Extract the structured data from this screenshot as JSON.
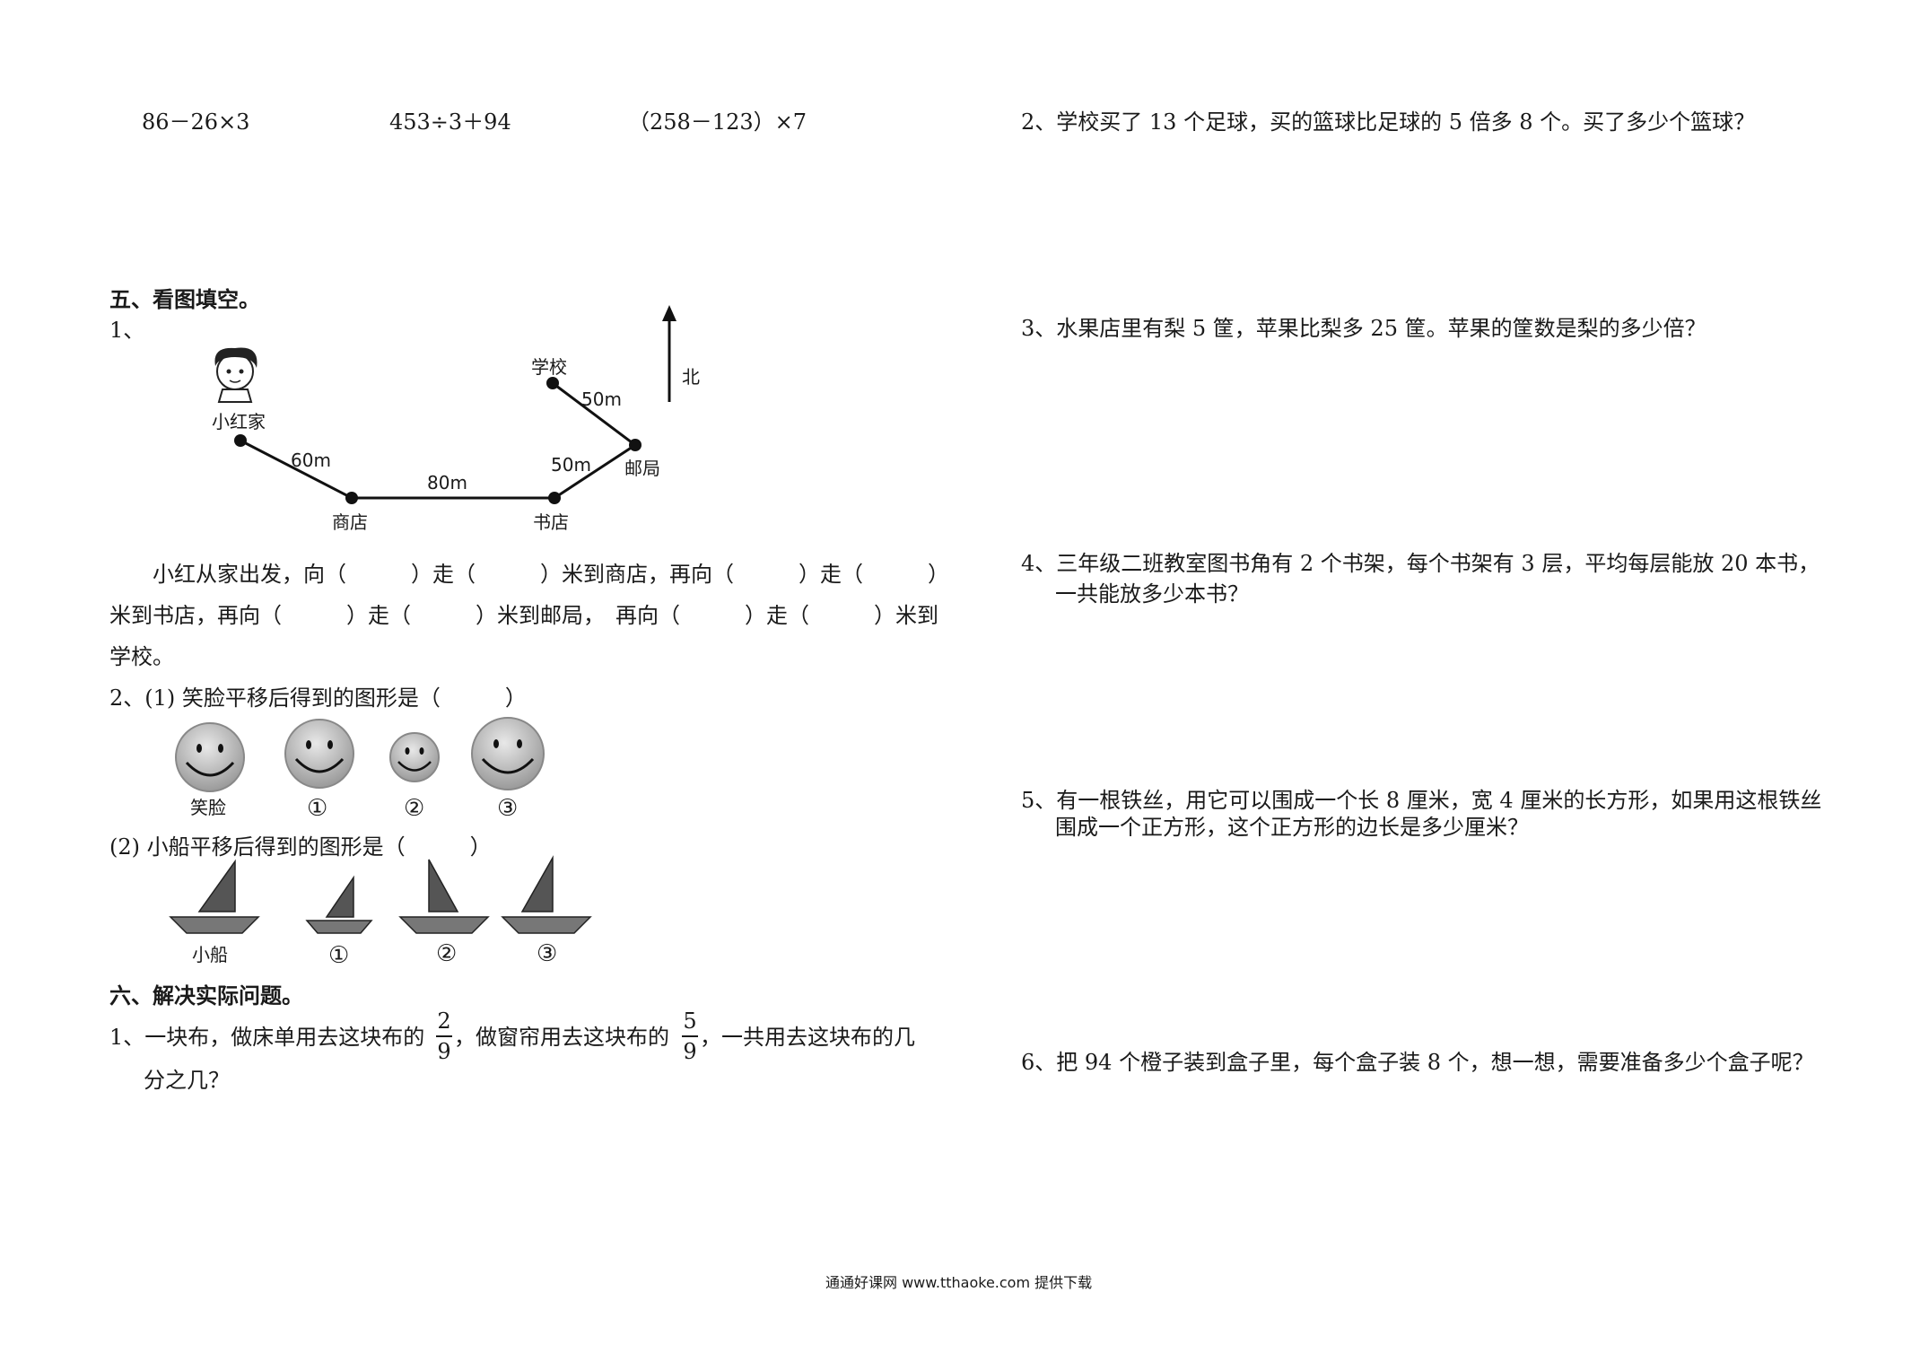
{
  "left": {
    "calc": [
      "86－26×3",
      "453÷3＋94",
      "（258－123）×7"
    ],
    "section5": {
      "title": "五、看图填空。",
      "q1": {
        "number": "1、",
        "map_labels": {
          "home": "小红家",
          "school": "学校",
          "north": "北",
          "shop": "商店",
          "bookstore": "书店",
          "post": "邮局",
          "d_home_shop": "60m",
          "d_shop_book": "80m",
          "d_book_post": "50m",
          "d_post_school": "50m"
        },
        "line1": "小红从家出发，向（　　　）走（　　　）米到商店，再向（　　　）走（　　　）",
        "line2": "米到书店，再向（　　　）走（　　　）米到邮局，　再向（　　　）走（　　　）米到",
        "line3": "学校。"
      },
      "q2": {
        "part1": "2、(1) 笑脸平移后得到的图形是（　　　）",
        "face_labels": [
          "笑脸",
          "①",
          "②",
          "③"
        ],
        "part2": "(2) 小船平移后得到的图形是（　　　）",
        "boat_labels": [
          "小船",
          "①",
          "②",
          "③"
        ]
      }
    },
    "section6": {
      "title": "六、解决实际问题。",
      "q1": {
        "prefix": "1、一块布，做床单用去这块布的",
        "frac1": {
          "num": "2",
          "den": "9"
        },
        "middle": "，做窗帘用去这块布的",
        "frac2": {
          "num": "5",
          "den": "9"
        },
        "suffix": "，一共用去这块布的几",
        "line2": "分之几？"
      }
    }
  },
  "right": {
    "q2": "2、学校买了 13 个足球，买的篮球比足球的 5 倍多 8 个。买了多少个篮球？",
    "q3": "3、水果店里有梨 5 筐，苹果比梨多 25 筐。苹果的筐数是梨的多少倍？",
    "q4_line1": "4、三年级二班教室图书角有 2 个书架，每个书架有 3 层，平均每层能放 20 本书，",
    "q4_line2": "一共能放多少本书？",
    "q5_line1": "5、有一根铁丝，用它可以围成一个长 8 厘米，宽 4 厘米的长方形，如果用这根铁丝",
    "q5_line2": "围成一个正方形，这个正方形的边长是多少厘米？",
    "q6": "6、把 94 个橙子装到盒子里，每个盒子装 8 个，想一想，需要准备多少个盒子呢？"
  },
  "footer": "通通好课网 www.tthaoke.com 提供下载"
}
